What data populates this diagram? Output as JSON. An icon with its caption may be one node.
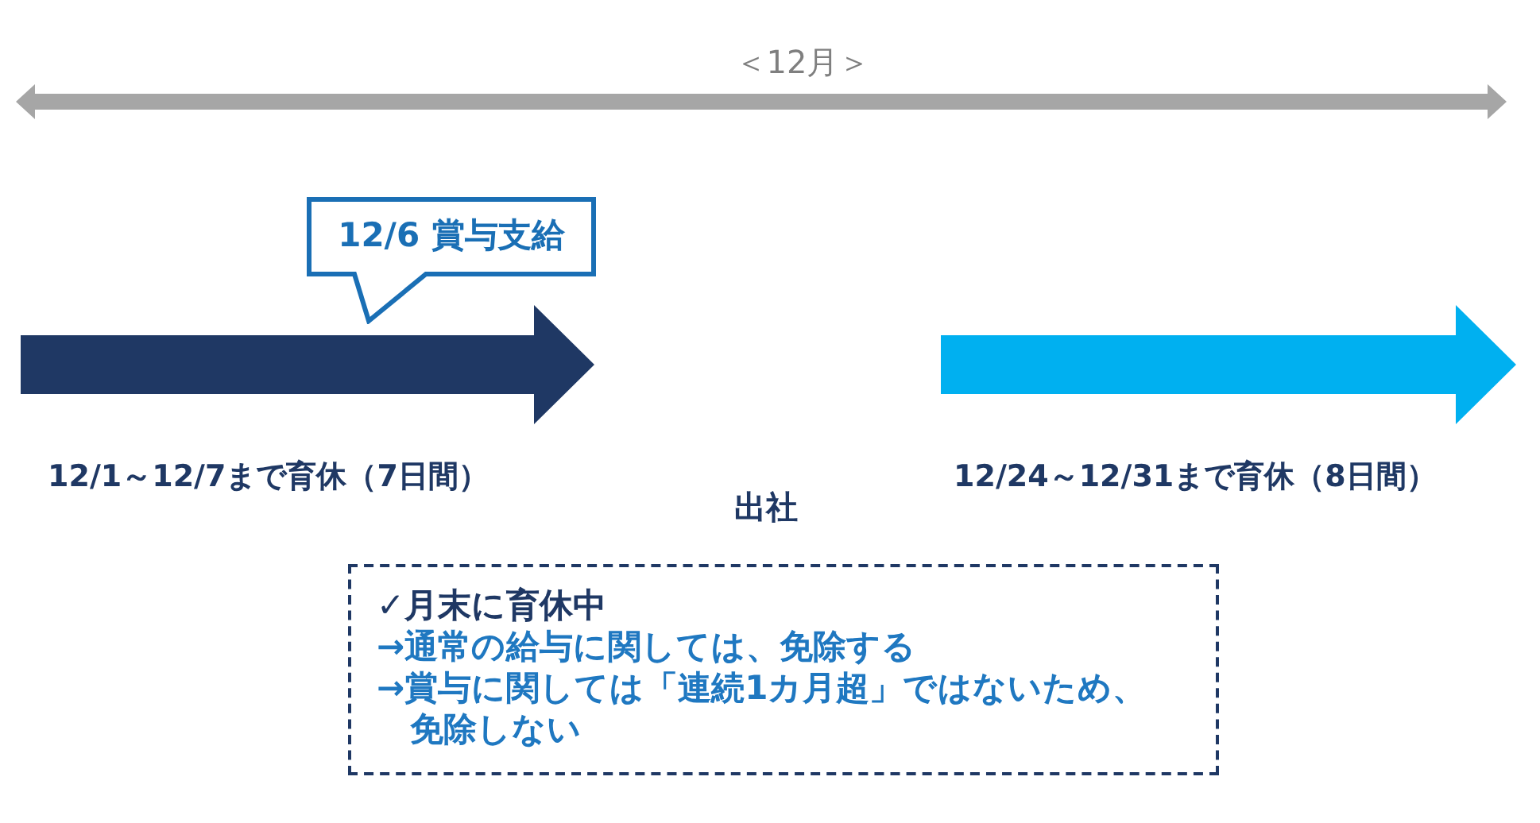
{
  "diagram": {
    "nodes": [
      {
        "text": [
          "12/6 賞与支給"
        ]
      },
      {
        "text": [],
        "shape": "arrow",
        "beside": [
          "12/1～12/7まで育休（7日間）"
        ]
      },
      {
        "text": [],
        "shape": "arrow",
        "beside": [
          "12/24～12/31まで育休（8日間）"
        ]
      },
      {
        "text": [
          "✓月末に育休中",
          "→通常の給与に関しては、免除する",
          "→賞与に関しては「連続1カ月超」ではないため、免除しない"
        ]
      }
    ],
    "labels": [
      "＜12月＞",
      "出社"
    ]
  }
}
